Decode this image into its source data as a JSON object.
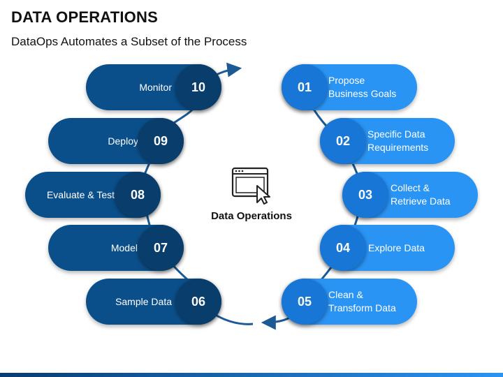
{
  "header": {
    "title": "DATA OPERATIONS",
    "subtitle": "DataOps Automates a Subset of the Process"
  },
  "center": {
    "label": "Data Operations",
    "icon": "browser-cursor-icon"
  },
  "steps": [
    {
      "number": "01",
      "label_lines": [
        "Propose",
        "Business Goals"
      ]
    },
    {
      "number": "02",
      "label_lines": [
        "Specific Data",
        "Requirements"
      ]
    },
    {
      "number": "03",
      "label_lines": [
        "Collect &",
        "Retrieve Data"
      ]
    },
    {
      "number": "04",
      "label_lines": [
        "Explore Data"
      ]
    },
    {
      "number": "05",
      "label_lines": [
        "Clean &",
        "Transform Data"
      ]
    },
    {
      "number": "06",
      "label_lines": [
        "Sample Data"
      ]
    },
    {
      "number": "07",
      "label_lines": [
        "Model"
      ]
    },
    {
      "number": "08",
      "label_lines": [
        "Evaluate & Test"
      ]
    },
    {
      "number": "09",
      "label_lines": [
        "Deploy"
      ]
    },
    {
      "number": "10",
      "label_lines": [
        "Monitor"
      ]
    }
  ],
  "colors": {
    "dark_pill": "#0b4f8a",
    "dark_badge": "#083d6c",
    "light_pill": "#2a94f4",
    "light_badge": "#1877d6",
    "connector": "#1c5a96"
  }
}
